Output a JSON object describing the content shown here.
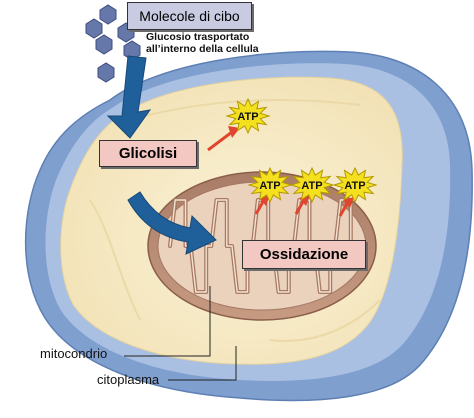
{
  "labels": {
    "molecole": "Molecole di cibo",
    "trasporto_line1": "Glucosio trasportato",
    "trasporto_line2": "all’interno della cellula",
    "glicolisi": "Glicolisi",
    "ossidazione": "Ossidazione",
    "mitocondrio": "mitocondrio",
    "citoplasma": "citoplasma",
    "atp": "ATP"
  },
  "colors": {
    "cell_outer": "#7f9fcf",
    "cell_rim": "#a9c0e3",
    "cytoplasm": "#f7ecc8",
    "mito_outer": "#b88a72",
    "mito_inner": "#ead2bd",
    "arrow_blue": "#1f5f9a",
    "arrow_red": "#e0462f",
    "atp_star": "#f5e020",
    "label_box_blue": "#c9cbe3",
    "label_box_pink": "#f4c8c2"
  }
}
